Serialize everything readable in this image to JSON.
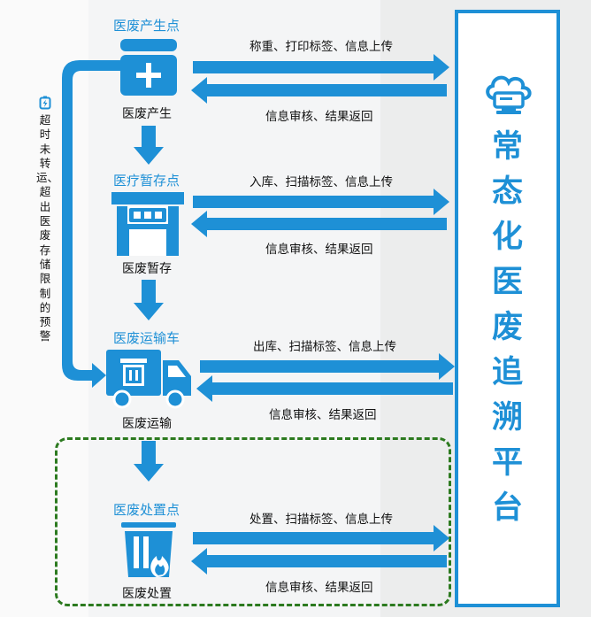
{
  "platform": {
    "title": "常态化医废追溯平台"
  },
  "side_note": "超时未转运、超出医废存储限制的预警",
  "stages": [
    {
      "title": "医废产生点",
      "caption": "医废产生",
      "upload_label": "称重、打印标签、信息上传",
      "return_label": "信息审核、结果返回",
      "icon": "medical-cross-box-icon"
    },
    {
      "title": "医疗暂存点",
      "caption": "医废暂存",
      "upload_label": "入库、扫描标签、信息上传",
      "return_label": "信息审核、结果返回",
      "icon": "storage-cabinet-icon"
    },
    {
      "title": "医废运输车",
      "caption": "医废运输",
      "upload_label": "出库、扫描标签、信息上传",
      "return_label": "信息审核、结果返回",
      "icon": "transport-truck-icon"
    },
    {
      "title": "医废处置点",
      "caption": "医废处置",
      "upload_label": "处置、扫描标签、信息上传",
      "return_label": "信息审核、结果返回",
      "icon": "incineration-bin-icon"
    }
  ],
  "colors": {
    "accent": "#1e90d6",
    "dashed_border": "#2c7a1f",
    "text": "#111111"
  }
}
